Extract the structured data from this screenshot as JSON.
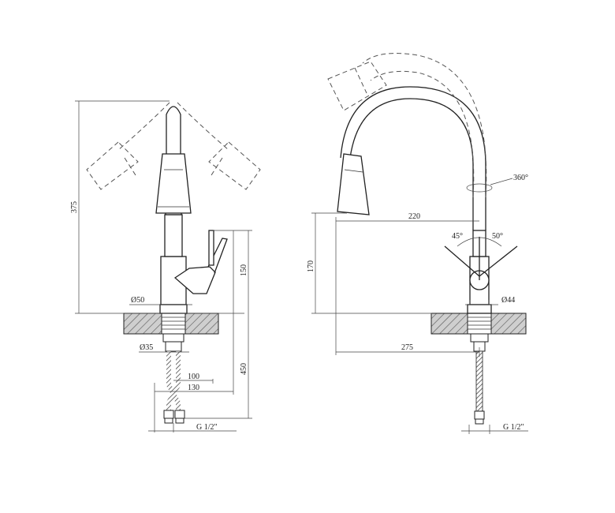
{
  "left_view": {
    "dim_height_total": "375",
    "dim_body_height": "150",
    "dim_body_diameter": "Ø50",
    "dim_shank_diameter": "Ø35",
    "dim_hose_length": "450",
    "dim_reach_100": "100",
    "dim_reach_130": "130",
    "dim_thread": "G 1/2\""
  },
  "right_view": {
    "dim_rotation": "360°",
    "dim_spout_reach": "220",
    "dim_spout_height": "170",
    "dim_angle_left": "45°",
    "dim_angle_right": "50°",
    "dim_body_diameter": "Ø44",
    "dim_total_reach": "275",
    "dim_thread": "G 1/2\""
  }
}
